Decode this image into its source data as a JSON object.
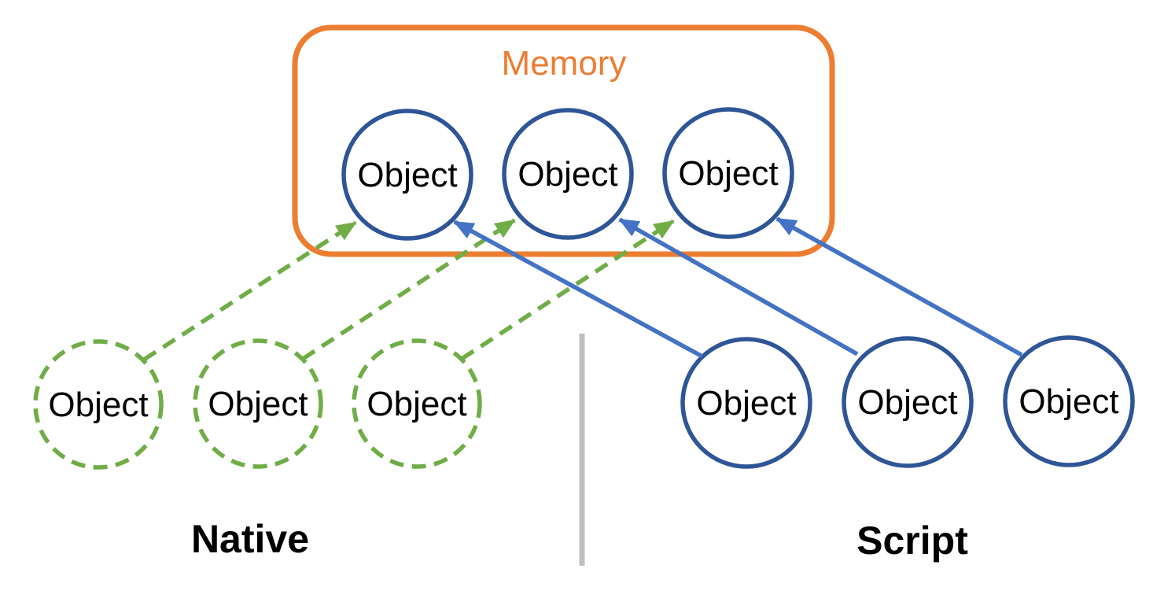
{
  "memory": {
    "label": "Memory",
    "objects": [
      "Object",
      "Object",
      "Object"
    ]
  },
  "native": {
    "label": "Native",
    "objects": [
      "Object",
      "Object",
      "Object"
    ]
  },
  "script": {
    "label": "Script",
    "objects": [
      "Object",
      "Object",
      "Object"
    ]
  },
  "colors": {
    "memory_box": "#ED7D31",
    "memory_label": "#ED7D31",
    "solid_circle_stroke": "#2F5597",
    "native_dashed_stroke": "#70AD47",
    "native_arrow": "#70AD47",
    "script_arrow": "#4472C4",
    "divider": "#BFBFBF",
    "text": "#000000",
    "background": "#FFFFFF"
  }
}
